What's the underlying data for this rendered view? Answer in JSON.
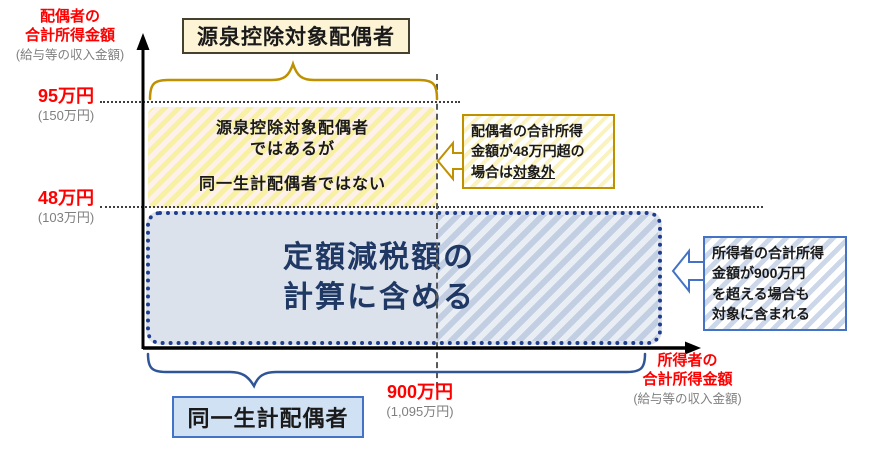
{
  "colors": {
    "red_label": "#ff0000",
    "gray_label": "#7f7f7f",
    "gold_accent": "#bf9000",
    "navy_text": "#1f3864",
    "blue_dotted_border": "#1f3d8f",
    "blue_accent": "#4472c4",
    "yellow_hatch": "#f8f0a3",
    "blue_solid_fill": "#dce2ec"
  },
  "y_axis": {
    "title_1": "配偶者の",
    "title_2": "合計所得金額",
    "subtitle": "(給与等の収入金額)",
    "tick_95_main": "95万円",
    "tick_95_sub": "(150万円)",
    "tick_48_main": "48万円",
    "tick_48_sub": "(103万円)"
  },
  "x_axis": {
    "title_1": "所得者の",
    "title_2": "合計所得金額",
    "subtitle": "(給与等の収入金額)",
    "tick_900_main": "900万円",
    "tick_900_sub": "(1,095万円)"
  },
  "labels": {
    "top_box": "源泉控除対象配偶者",
    "bottom_box": "同一生計配偶者"
  },
  "yellow_region": {
    "line1": "源泉控除対象配偶者",
    "line2": "ではあるが",
    "line3": "同一生計配偶者ではない"
  },
  "blue_region": {
    "line1": "定額減税額の",
    "line2": "計算に含める"
  },
  "callout_yellow": {
    "line1": "配偶者の合計所得",
    "line2": "金額が48万円超の",
    "line3_prefix": "場合は",
    "line3_underline": "対象外"
  },
  "callout_blue": {
    "line1": "所得者の合計所得",
    "line2": "金額が900万円",
    "line3": "を超える場合も",
    "line4": "対象に含まれる"
  }
}
